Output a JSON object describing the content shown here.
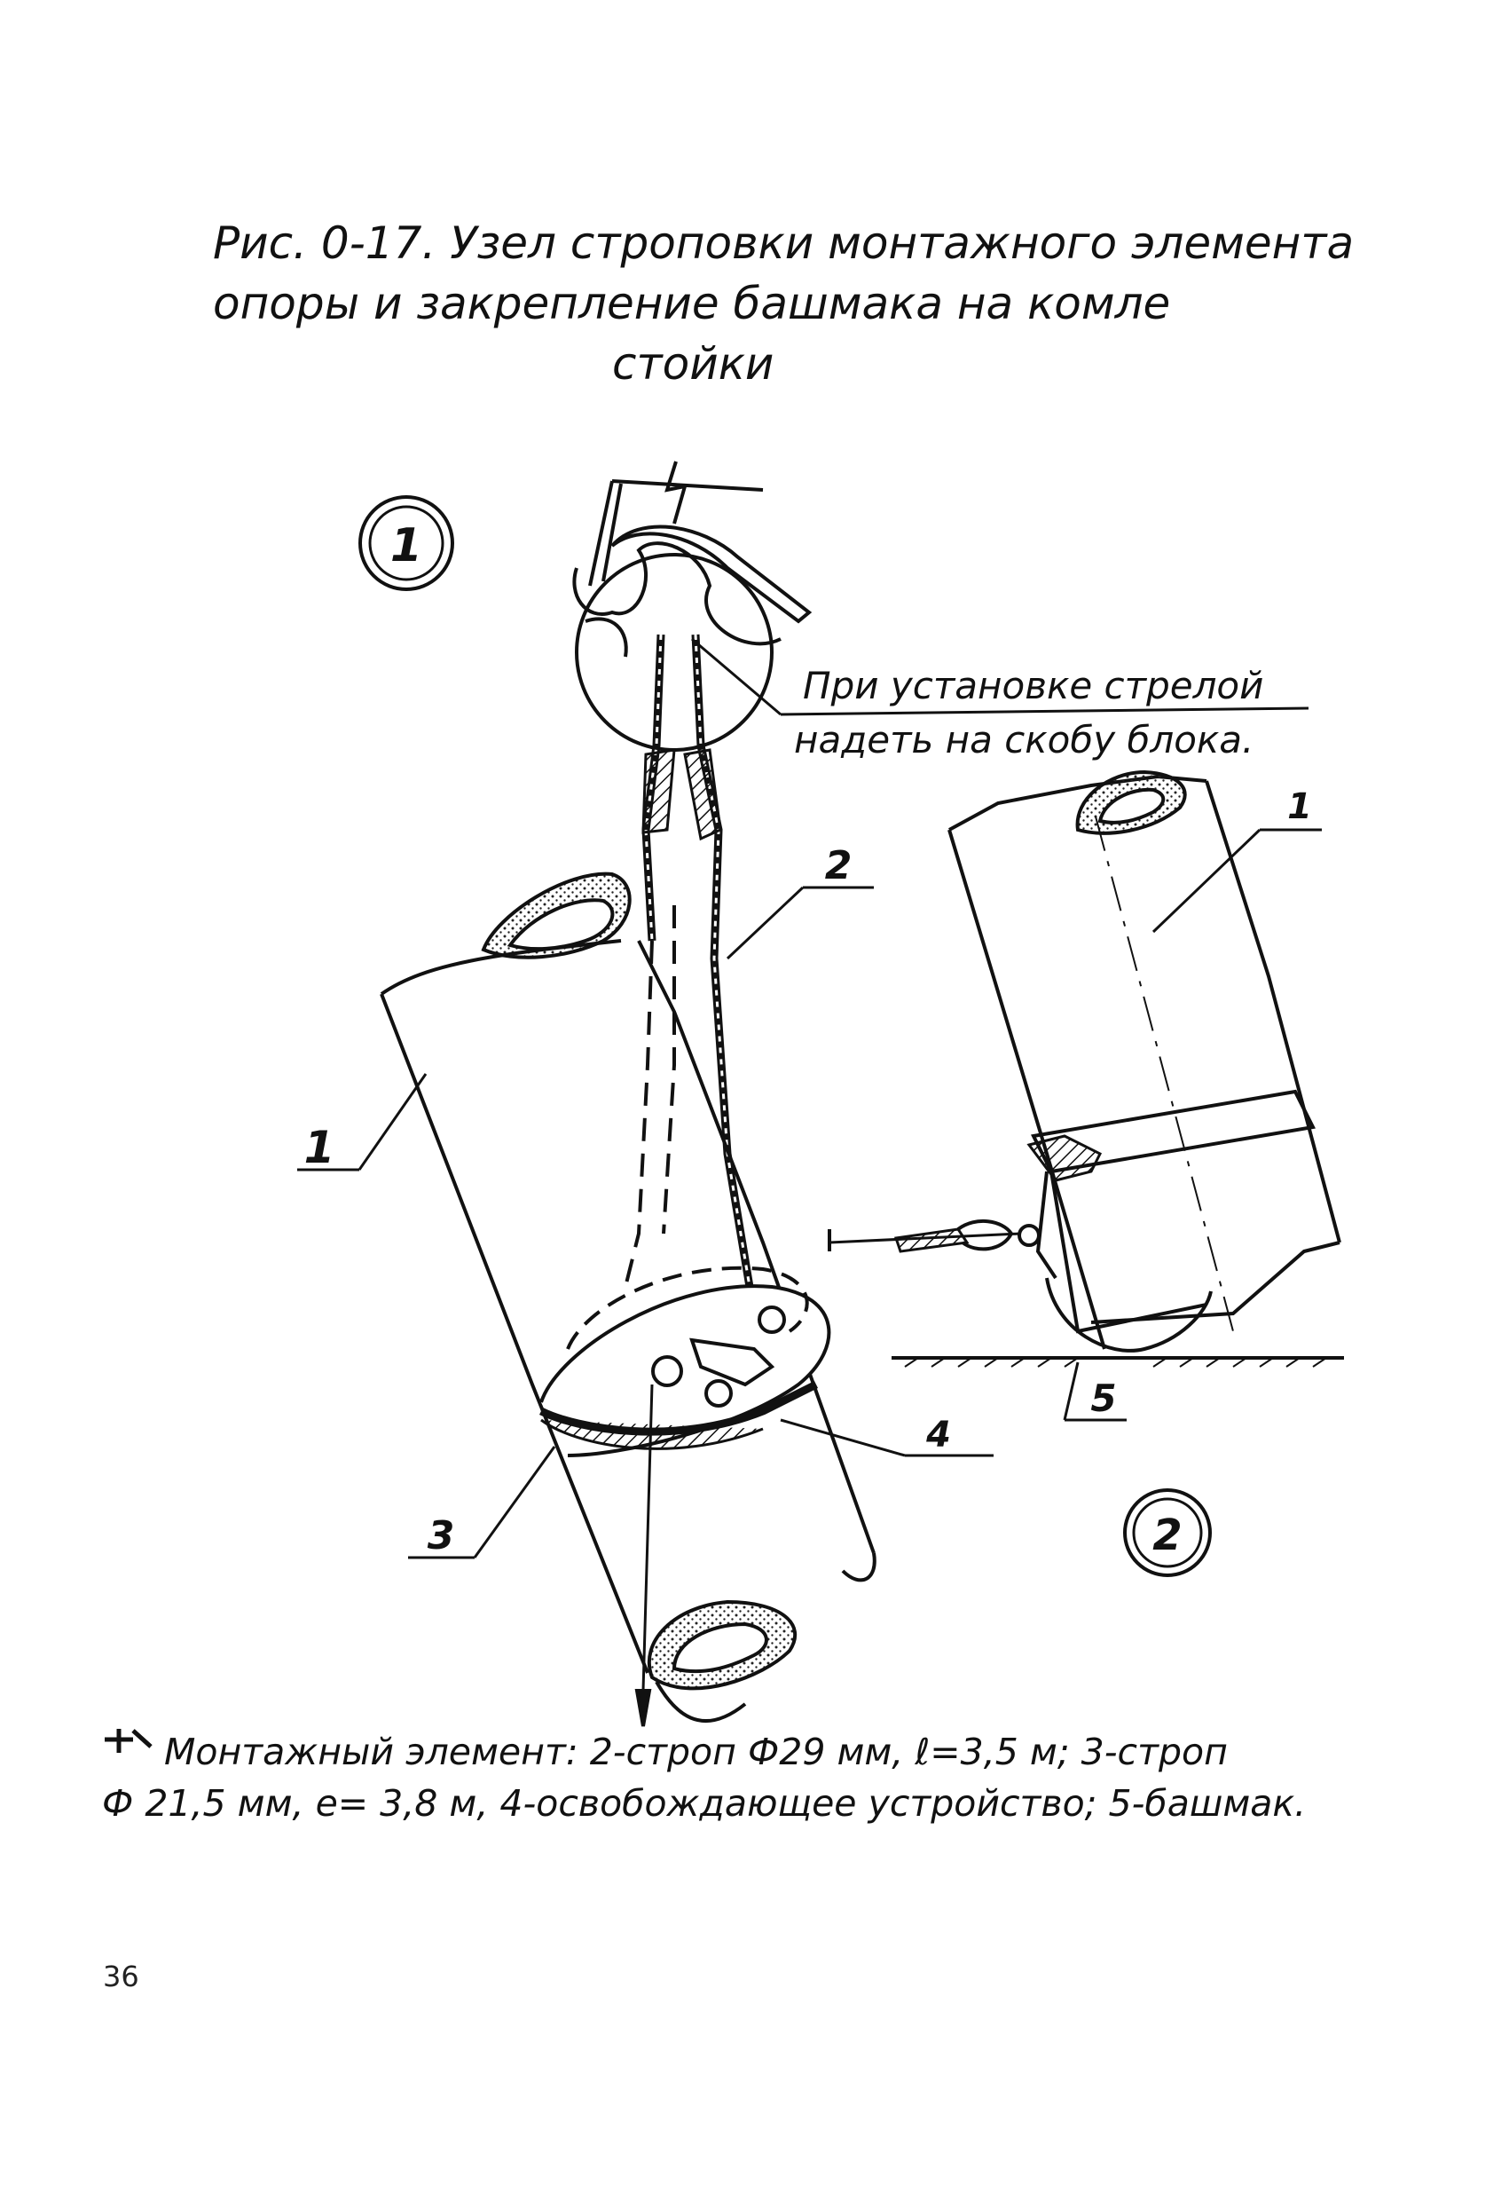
{
  "figure": {
    "title_line1": "Рис. 0-17.  Узел строповки монтажного элемента",
    "title_line2": "опоры и закрепление башмака на комле",
    "title_line3": "стойки"
  },
  "view_markers": {
    "view1": "1",
    "view2": "2"
  },
  "note": {
    "line1": "При установке стрелой",
    "line2": "надеть на скобу блока."
  },
  "callouts": {
    "c1_left": "1",
    "c2": "2",
    "c3": "3",
    "c4": "4",
    "c1_right": "1",
    "c5": "5"
  },
  "caption": {
    "line1": "Монтажный элемент: 2-строп Ф29 мм, ℓ=3,5 м; 3-строп",
    "line2": "Ф 21,5 мм, е= 3,8 м, 4-освобождающее устройство; 5-башмак."
  },
  "page_number": "36"
}
